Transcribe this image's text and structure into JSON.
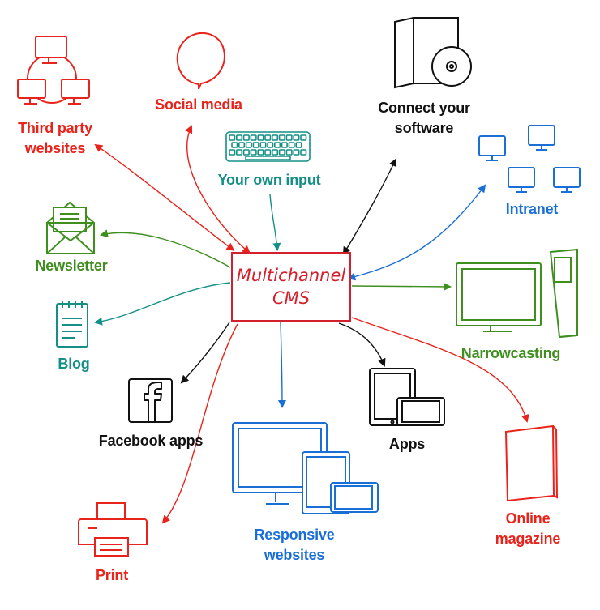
{
  "center": {
    "line1": "Multichannel",
    "line2": "CMS"
  },
  "nodes": {
    "third_party": {
      "line1": "Third party",
      "line2": "websites",
      "color": "#e8231b",
      "icon": "network-computers"
    },
    "social_media": {
      "label": "Social media",
      "color": "#e8231b",
      "icon": "speech-bubble"
    },
    "connect_software": {
      "line1": "Connect your",
      "line2": "software",
      "color": "#111111",
      "icon": "software-box-cd"
    },
    "own_input": {
      "label": "Your own input",
      "color": "#138f86",
      "icon": "keyboard"
    },
    "intranet": {
      "label": "Intranet",
      "color": "#1a6fd6",
      "icon": "monitors-group"
    },
    "newsletter": {
      "label": "Newsletter",
      "color": "#3f8f1f",
      "icon": "envelope"
    },
    "narrowcasting": {
      "label": "Narrowcasting",
      "color": "#3f8f1f",
      "icon": "screen-kiosk"
    },
    "blog": {
      "label": "Blog",
      "color": "#138f86",
      "icon": "notepad"
    },
    "facebook_apps": {
      "label": "Facebook apps",
      "color": "#111111",
      "icon": "facebook"
    },
    "apps": {
      "label": "Apps",
      "color": "#111111",
      "icon": "tablet-phone"
    },
    "online_magazine": {
      "line1": "Online",
      "line2": "magazine",
      "color": "#e8231b",
      "icon": "magazine"
    },
    "responsive": {
      "line1": "Responsive",
      "line2": "websites",
      "color": "#1a6fd6",
      "icon": "devices"
    },
    "print": {
      "label": "Print",
      "color": "#e8231b",
      "icon": "printer"
    }
  },
  "center_color": "#d4202c"
}
